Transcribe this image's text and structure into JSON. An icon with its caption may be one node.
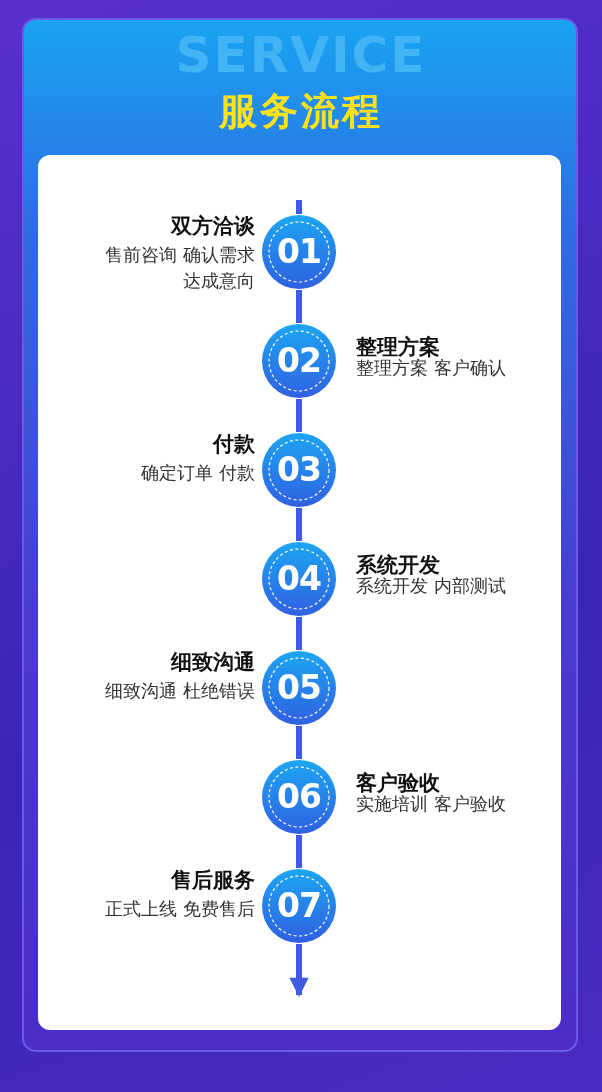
{
  "diagram": {
    "title": "服务流程",
    "nodes": [
      {
        "text": [
          "01"
        ],
        "beside": [
          "双方洽谈",
          "售前咨询 确认需求达成意向"
        ]
      },
      {
        "text": [
          "02"
        ],
        "beside": [
          "整理方案",
          "整理方案 客户确认"
        ]
      },
      {
        "text": [
          "03"
        ],
        "beside": [
          "付款",
          "确定订单 付款"
        ]
      },
      {
        "text": [
          "04"
        ],
        "beside": [
          "系统开发",
          "系统开发 内部测试"
        ]
      },
      {
        "text": [
          "05"
        ],
        "beside": [
          "细致沟通",
          "细致沟通 杜绝错误"
        ]
      },
      {
        "text": [
          "06"
        ],
        "beside": [
          "客户验收",
          "实施培训 客户验收"
        ]
      },
      {
        "text": [
          "07"
        ],
        "beside": [
          "售后服务",
          "正式上线 免费售后"
        ]
      }
    ],
    "edges": [
      {
        "from": null,
        "to": 0,
        "arrow": "none"
      },
      {
        "from": 0,
        "to": 1,
        "arrow": "none"
      },
      {
        "from": 1,
        "to": 2,
        "arrow": "none"
      },
      {
        "from": 2,
        "to": 3,
        "arrow": "none"
      },
      {
        "from": 3,
        "to": 4,
        "arrow": "none"
      },
      {
        "from": 4,
        "to": 5,
        "arrow": "none"
      },
      {
        "from": 5,
        "to": 6,
        "arrow": "none"
      },
      {
        "from": 6,
        "to": null,
        "arrow": "to"
      }
    ],
    "labels": [
      "SERVICE"
    ]
  }
}
